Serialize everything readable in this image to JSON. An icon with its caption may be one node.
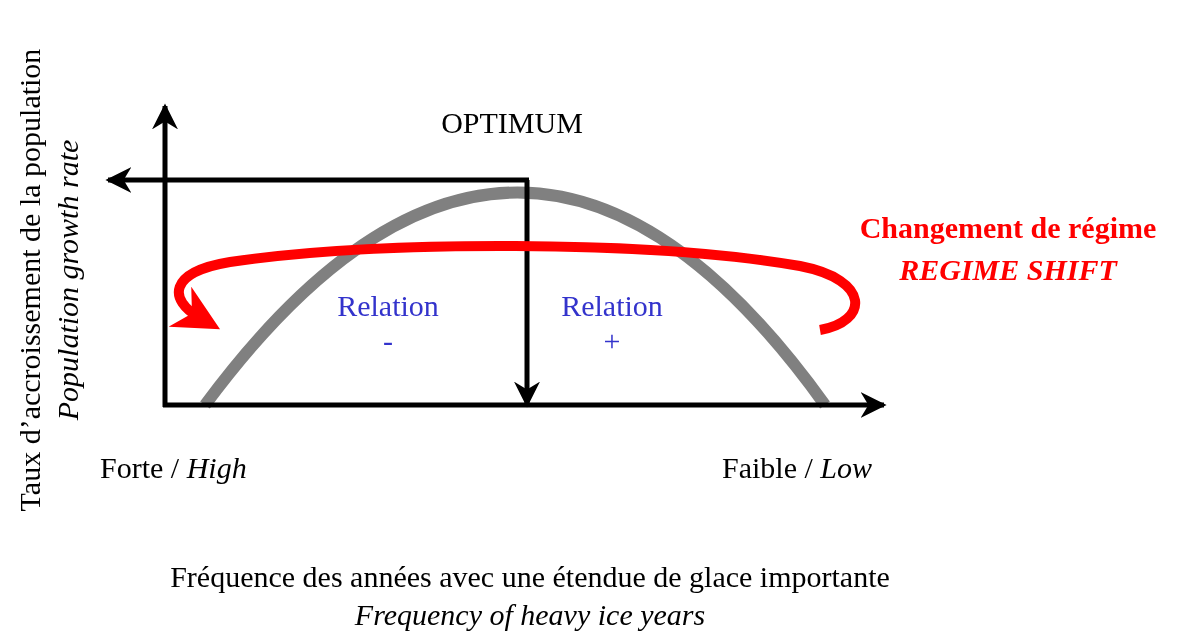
{
  "diagram": {
    "labels": [
      "Taux d’accroissement de la population",
      "Population growth rate",
      "OPTIMUM",
      "Changement de régime",
      "REGIME SHIFT",
      "Relation -",
      "Relation +",
      "Forte / *High*",
      "Faible / *Low*",
      "Fréquence des années avec une étendue de glace importante",
      "Frequency of heavy ice years"
    ]
  }
}
